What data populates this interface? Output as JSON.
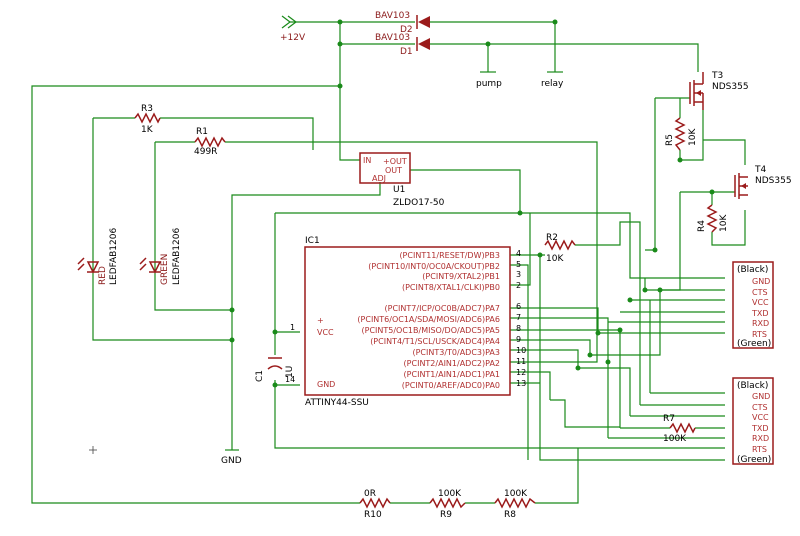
{
  "supply": {
    "label": "+12V"
  },
  "ground": {
    "label": "GND"
  },
  "diodes": [
    {
      "part": "BAV103",
      "ref": "D2"
    },
    {
      "part": "BAV103",
      "ref": "D1"
    }
  ],
  "outputs": {
    "pump": "pump",
    "relay": "relay"
  },
  "transistors": [
    {
      "ref": "T3",
      "part": "NDS355"
    },
    {
      "ref": "T4",
      "part": "NDS355"
    }
  ],
  "resistors": {
    "r3": {
      "ref": "R3",
      "value": "1K"
    },
    "r1": {
      "ref": "R1",
      "value": "499R"
    },
    "r5": {
      "ref": "R5",
      "value": "10K"
    },
    "r4": {
      "ref": "R4",
      "value": "10K"
    },
    "r2": {
      "ref": "R2",
      "value": "10K"
    },
    "r7": {
      "ref": "R7",
      "value": "100K"
    },
    "r10": {
      "ref": "R10",
      "value": "0R"
    },
    "r9": {
      "ref": "R9",
      "value": "100K"
    },
    "r8": {
      "ref": "R8",
      "value": "100K"
    }
  },
  "regulator": {
    "ref": "U1",
    "part": "ZLDO17-50",
    "pin_in": "IN",
    "pin_out": "OUT",
    "pin_out2": "+OUT",
    "pin_adj": "ADJ"
  },
  "mcu": {
    "ref": "IC1",
    "part": "ATTINY44-SSU",
    "vcc": "VCC",
    "gnd": "GND",
    "vcc_num": "1",
    "gnd_num": "14",
    "plus": "+",
    "pins": [
      {
        "name": "(PCINT11/RESET/DW)PB3",
        "num": "4"
      },
      {
        "name": "(PCINT10/INT0/OC0A/CKOUT)PB2",
        "num": "5"
      },
      {
        "name": "(PCINT9/XTAL2)PB1",
        "num": "3"
      },
      {
        "name": "(PCINT8/XTAL1/CLKI)PB0",
        "num": "2"
      },
      {
        "name": "(PCINT7/ICP/OC0B/ADC7)PA7",
        "num": "6"
      },
      {
        "name": "(PCINT6/OC1A/SDA/MOSI/ADC6)PA6",
        "num": "7"
      },
      {
        "name": "(PCINT5/OC1B/MISO/DO/ADC5)PA5",
        "num": "8"
      },
      {
        "name": "(PCINT4/T1/SCL/USCK/ADC4)PA4",
        "num": "9"
      },
      {
        "name": "(PCINT3/T0/ADC3)PA3",
        "num": "10"
      },
      {
        "name": "(PCINT2/AIN1/ADC2)PA2",
        "num": "11"
      },
      {
        "name": "(PCINT1/AIN1/ADC1)PA1",
        "num": "12"
      },
      {
        "name": "(PCINT0/AREF/ADC0)PA0",
        "num": "13"
      }
    ]
  },
  "capacitor": {
    "ref": "C1",
    "value": "1U"
  },
  "leds": [
    {
      "color": "RED",
      "part": "LEDFAB1206"
    },
    {
      "color": "GREEN",
      "part": "LEDFAB1206"
    }
  ],
  "connectors": [
    {
      "top": "(Black)",
      "bottom": "(Green)",
      "pins": [
        "GND",
        "CTS",
        "VCC",
        "TXD",
        "RXD",
        "RTS"
      ]
    },
    {
      "top": "(Black)",
      "bottom": "(Green)",
      "pins": [
        "GND",
        "CTS",
        "VCC",
        "TXD",
        "RXD",
        "RTS"
      ]
    }
  ]
}
